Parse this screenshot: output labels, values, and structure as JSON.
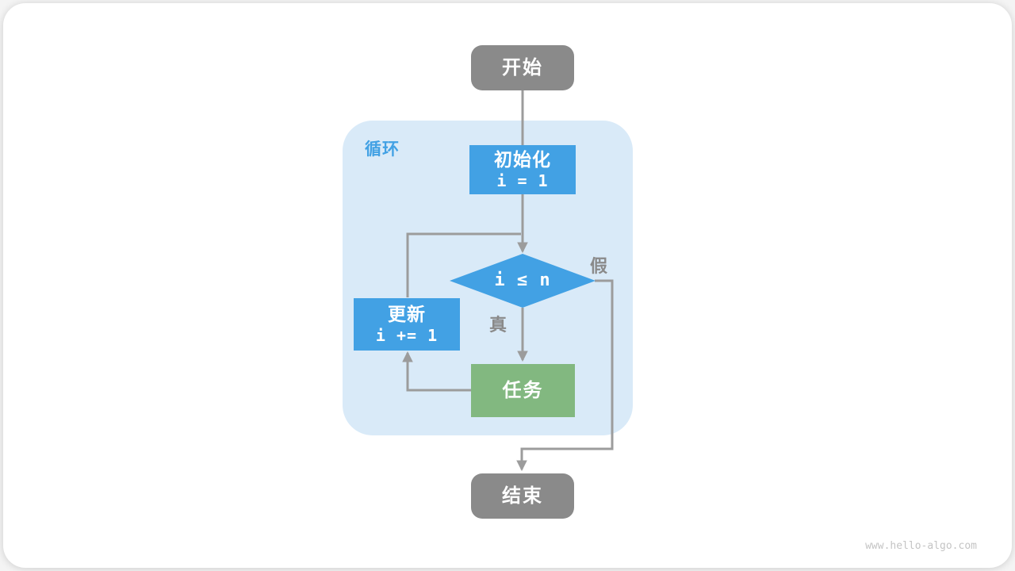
{
  "page": {
    "watermark": "www.hello-algo.com"
  },
  "diagram": {
    "loop_label": "循环",
    "nodes": {
      "start": {
        "label": "开始"
      },
      "init": {
        "title": "初始化",
        "code": "i = 1"
      },
      "condition": {
        "code": "i ≤ n"
      },
      "update": {
        "title": "更新",
        "code": "i += 1"
      },
      "task": {
        "label": "任务"
      },
      "end": {
        "label": "结束"
      }
    },
    "edge_labels": {
      "true_branch": "真",
      "false_branch": "假"
    },
    "colors": {
      "process_blue": "#42a1e4",
      "task_green": "#82b880",
      "terminal_gray": "#8a8a8a",
      "loop_bg": "#d9eaf8",
      "loop_label": "#42a1e4",
      "connector": "#9c9c9c",
      "edge_label": "#8a8a8a",
      "watermark": "#c4c4c4"
    }
  }
}
